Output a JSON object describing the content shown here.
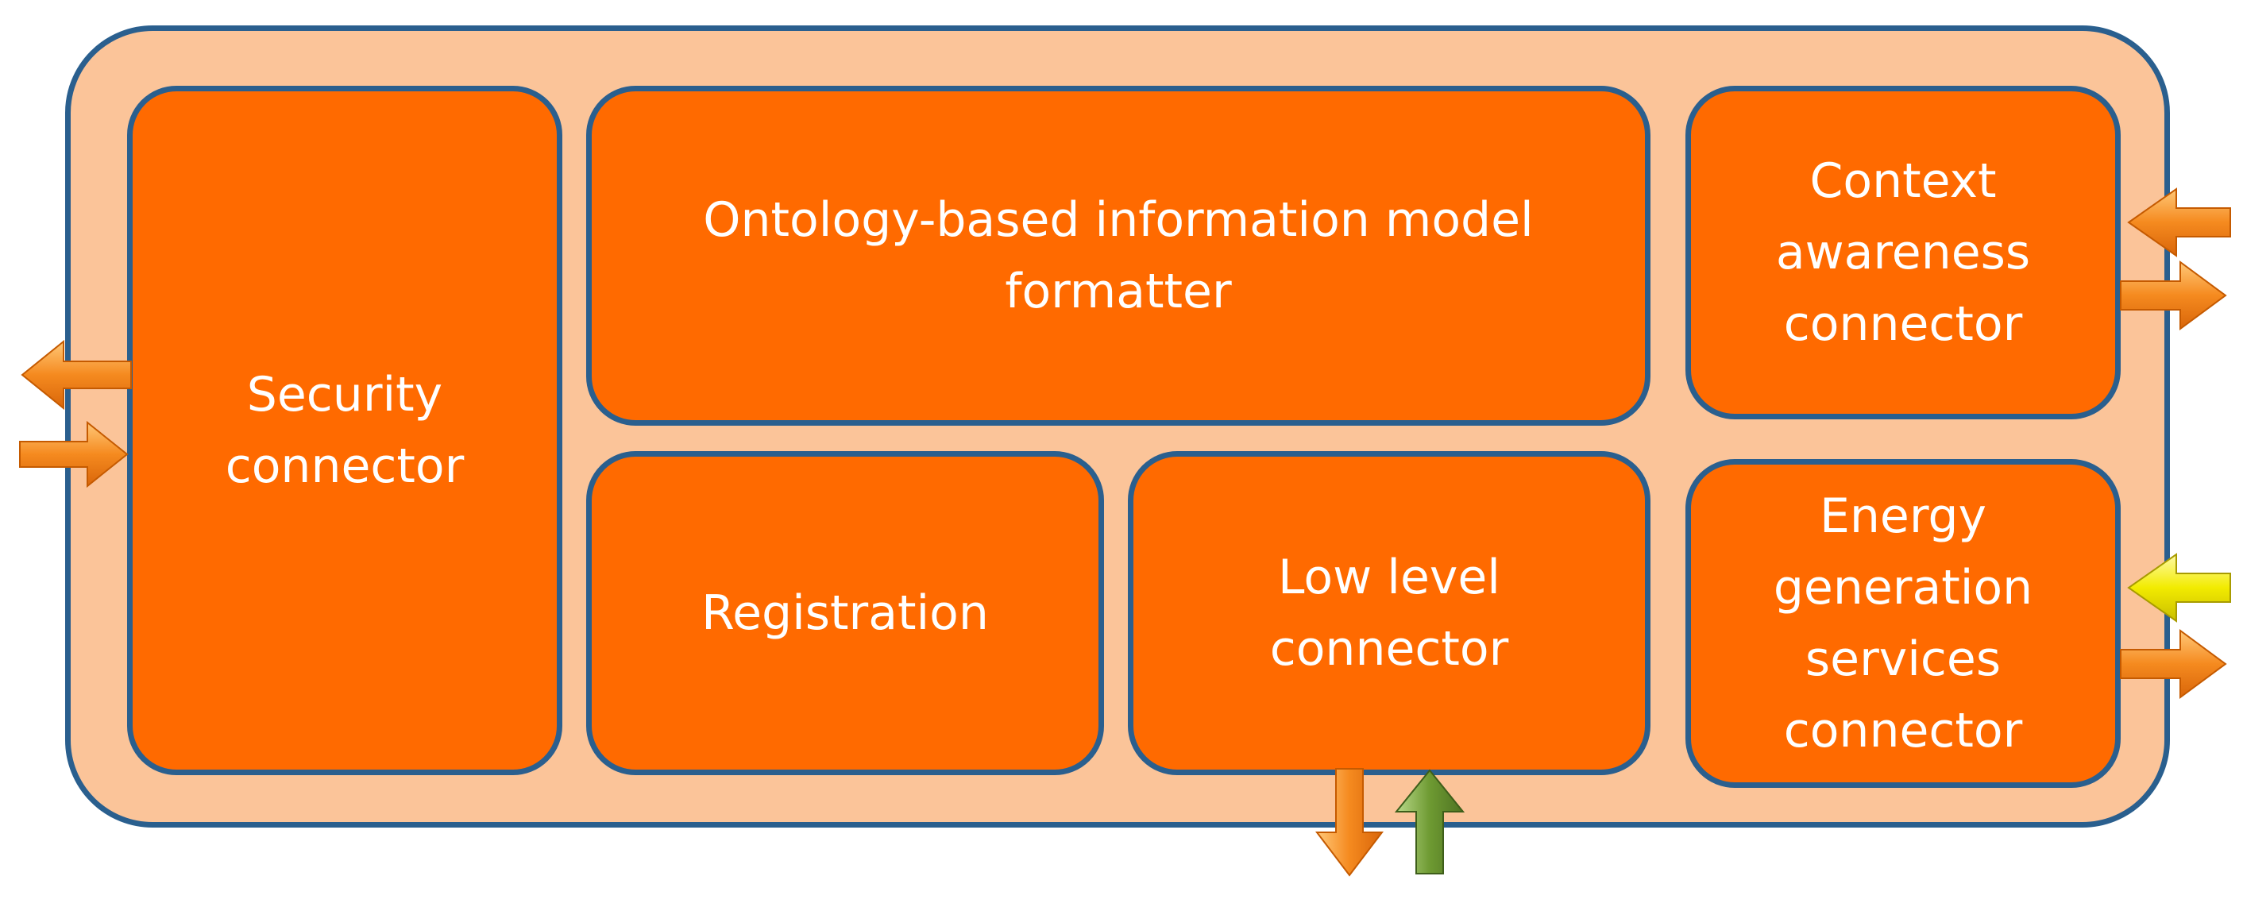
{
  "diagram": {
    "blocks": {
      "security": "Security\nconnector",
      "ontology": "Ontology-based information model\nformatter",
      "context": "Context\nawareness\nconnector",
      "registration": "Registration",
      "low_level": "Low level\nconnector",
      "energy": "Energy\ngeneration\nservices\nconnector"
    }
  },
  "colors": {
    "container_fill": "#FBC499",
    "block_fill": "#FF6A00",
    "border": "#2A5F8E",
    "arrow_orange": "#F58A1F",
    "arrow_yellow": "#F2EB00",
    "arrow_green": "#6E9A32"
  }
}
